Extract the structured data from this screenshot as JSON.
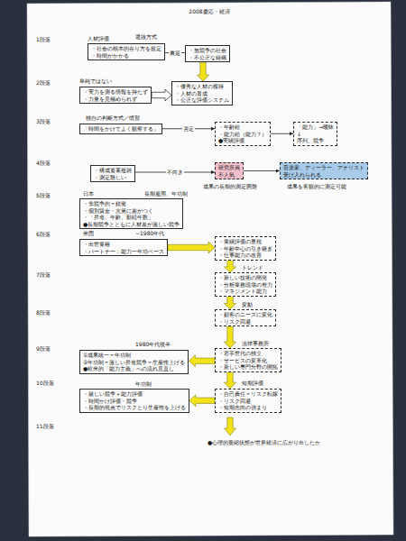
{
  "diagram": {
    "title": "2008慶応・経済",
    "nodes": [
      {
        "text": [
          "・社会の根本的在り方を規定",
          "・時間がかかる"
        ]
      },
      {
        "text": [
          "・無競争の社会",
          "・不公正な組織"
        ]
      },
      {
        "text": [
          "・実力を測る情報を持たず",
          "・力量を見極められず"
        ]
      },
      {
        "text": [
          "・優秀な人材の獲得",
          "・人材の育成",
          "・公正な評価システム"
        ]
      },
      {
        "text": [
          "「時間をかけてよく観察する」"
        ]
      },
      {
        "text": [
          "・年齢給",
          "・能力給（能力？）",
          "●実績評価"
        ]
      },
      {
        "text": [
          "「能力」→曖昧",
          "↓",
          "序列、競争"
        ]
      },
      {
        "text": [
          "・構成要素複雑",
          "・測定難しい"
        ]
      },
      {
        "text": [
          "研究所員",
          "不人気"
        ]
      },
      {
        "text": [
          "音楽家、ディーラー、アナリスト",
          "受け入れられる"
        ]
      },
      {
        "text": [
          "・非競争的＝錯覚",
          "・個別賃金・次第に差がつく",
          "・「昇進、年齢、勤続年数」",
          "●長期競争とともに人材差が激しい競争"
        ]
      },
      {
        "text": [
          "・出世業種",
          "・パートナー：能力一年功ベース"
        ]
      },
      {
        "text": [
          "・業績評価の重視",
          "・年齢中心の引き継ぎ",
          "・仕事能力の改善"
        ]
      },
      {
        "text": [
          "・新しい技術の開発",
          "・分析業務現場の努力",
          "・マネジメント能力"
        ]
      },
      {
        "text": [
          "・顧客のニーズに変化",
          "・リスク回避"
        ]
      },
      {
        "text": [
          "①成果統一＝年功制",
          "②年功制＝激しい昇進競争＝生産性上げる",
          "●欧米的「能力主義」への流れ見直し"
        ]
      },
      {
        "text": [
          "・若手世代の独立",
          "・サービスの変革化",
          "・新しい専門分野の開拓"
        ]
      },
      {
        "text": [
          "・厳しい競争＋能力評価",
          "・時間かけ評価・競争",
          "・長期的視点でリスクとり生産性を上げる"
        ]
      },
      {
        "text": [
          "・自己責任＝リスク転嫁",
          "・リスク回避",
          "・短期志向の強まり"
        ]
      }
    ],
    "edges": [
      {
        "from": 0,
        "to": 1,
        "label": "裏返",
        "arrow": "none"
      },
      {
        "from": 1,
        "to": 3,
        "arrow": "to"
      },
      {
        "from": 2,
        "to": 3,
        "arrow": "to"
      },
      {
        "from": 4,
        "to": 5,
        "label": "否定",
        "arrow": "to"
      },
      {
        "from": 5,
        "to": 6,
        "arrow": "to"
      },
      {
        "from": 7,
        "to": 8,
        "label": "不向き",
        "arrow": "to"
      },
      {
        "from": 8,
        "to": 9,
        "arrow": "to"
      },
      {
        "from": 11,
        "to": 12,
        "arrow": "to"
      },
      {
        "from": 12,
        "to": 13,
        "arrow": "to"
      },
      {
        "from": 13,
        "to": 14,
        "arrow": "to"
      },
      {
        "from": 14,
        "to": 16,
        "arrow": "to"
      },
      {
        "from": 16,
        "to": 15,
        "arrow": "to"
      },
      {
        "from": 16,
        "to": 18,
        "arrow": "to"
      },
      {
        "from": 18,
        "to": 17,
        "arrow": "to"
      }
    ],
    "labels": [
      "1段落",
      "人材評価",
      "選抜方式",
      "2段落",
      "単純ではない",
      "3段落",
      "独自の判断方式／慣習",
      "4段落",
      "成果の長期的測定困難",
      "成果を客観的に測定可能",
      "5段落",
      "日本",
      "長期雇用、年功制",
      "6段落",
      "米国",
      "~1980年代",
      "7段落",
      "トレンド",
      "8段落",
      "変動",
      "9段落",
      "1980年代後半",
      "法律事務所",
      "10段落",
      "年功制",
      "短期評価",
      "11段落",
      "●心理的萎縮状態が世界経済に広がり出したか"
    ]
  }
}
